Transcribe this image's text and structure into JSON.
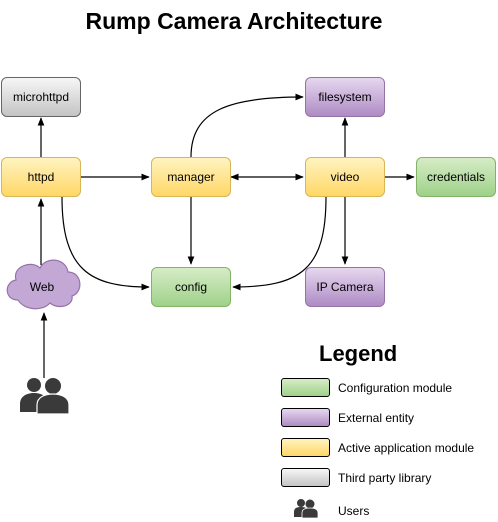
{
  "title": "Rump Camera Architecture",
  "nodes": {
    "microhttpd": "microhttpd",
    "filesystem": "filesystem",
    "httpd": "httpd",
    "manager": "manager",
    "video": "video",
    "credentials": "credentials",
    "config": "config",
    "ip_camera": "IP Camera",
    "web": "Web"
  },
  "legend": {
    "title": "Legend",
    "items": [
      {
        "label": "Configuration module",
        "color": "#b9dfa6"
      },
      {
        "label": "External entity",
        "color": "#c3a8d6"
      },
      {
        "label": "Active application module",
        "color": "#ffe591"
      },
      {
        "label": "Third party library",
        "color": "#dcdcdc"
      },
      {
        "label": "Users",
        "color": "#3a3a3a"
      }
    ]
  },
  "colors": {
    "config": "#82b366",
    "external": "#9673a6",
    "active": "#d6b656",
    "third_party": "#666666",
    "users_icon": "#3a3a3a",
    "edge": "#000000"
  }
}
